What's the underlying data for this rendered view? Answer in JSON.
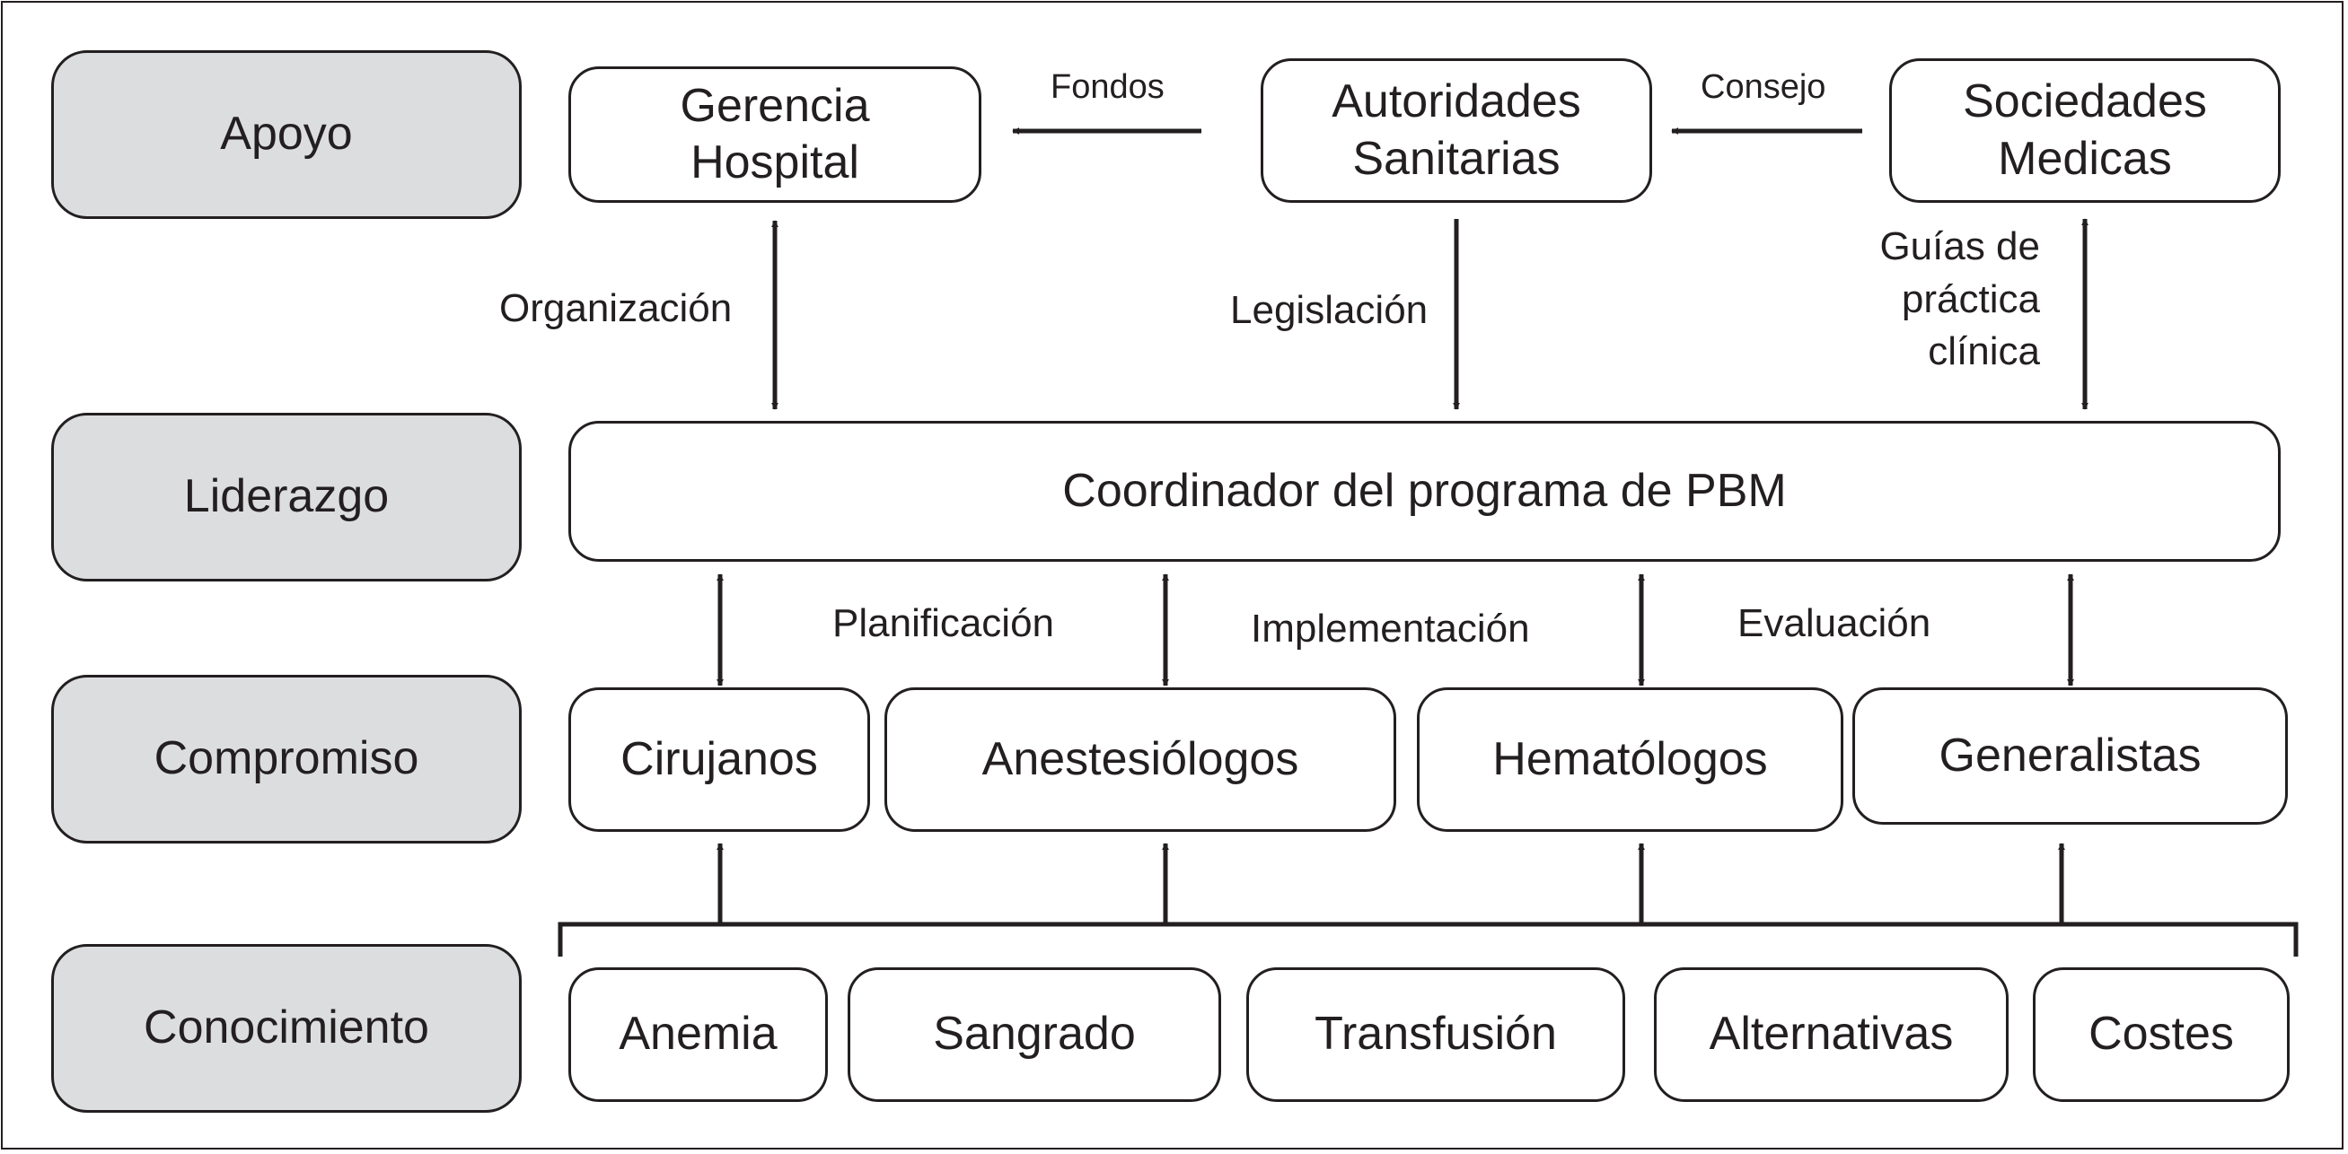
{
  "levels": {
    "apoyo": "Apoyo",
    "liderazgo": "Liderazgo",
    "compromiso": "Compromiso",
    "conocimiento": "Conocimiento"
  },
  "support": {
    "gerencia": "Gerencia\nHospital",
    "autoridades": "Autoridades\nSanitarias",
    "sociedades": "Sociedades\nMedicas"
  },
  "coordinator": "Coordinador del programa de PBM",
  "specialists": {
    "cirujanos": "Cirujanos",
    "anestesiologos": "Anestesiólogos",
    "hematologos": "Hematólogos",
    "generalistas": "Generalistas"
  },
  "knowledge": {
    "anemia": "Anemia",
    "sangrado": "Sangrado",
    "transfusion": "Transfusión",
    "alternativas": "Alternativas",
    "costes": "Costes"
  },
  "labels": {
    "fondos": "Fondos",
    "consejo": "Consejo",
    "organizacion": "Organización",
    "legislacion": "Legislación",
    "guias": "Guías de\npráctica\nclínica",
    "planificacion": "Planificación",
    "implementacion": "Implementación",
    "evaluacion": "Evaluación"
  },
  "colors": {
    "ink": "#231f20",
    "level_fill": "#dcdddf",
    "box_fill": "#ffffff"
  }
}
